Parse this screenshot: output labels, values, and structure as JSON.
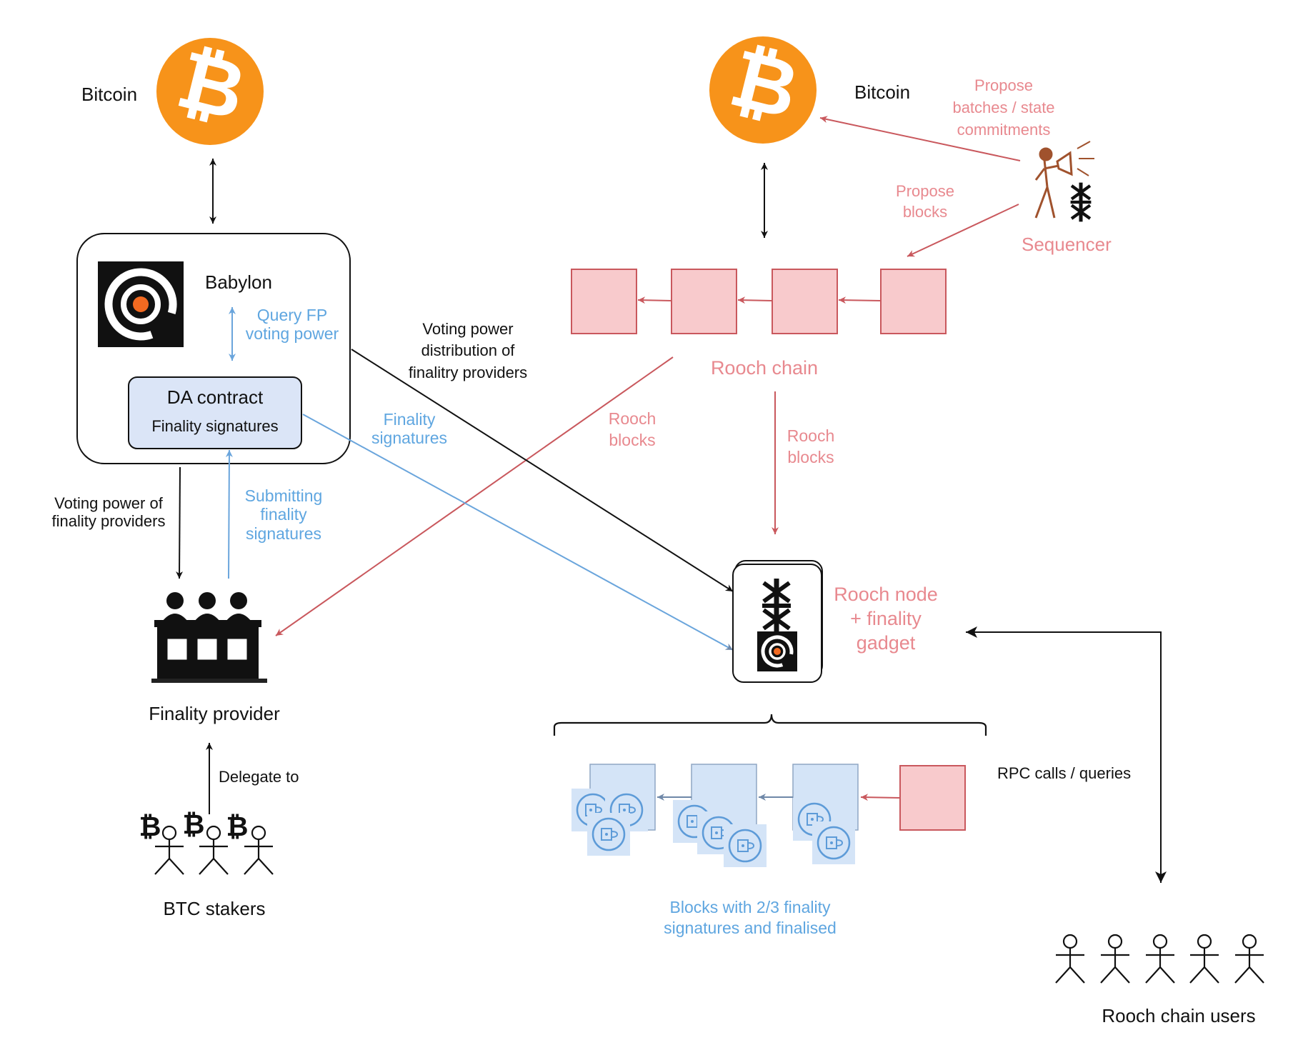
{
  "colors": {
    "bitcoin_orange": "#f7931a",
    "rooch_pink_fill": "#f8cacc",
    "rooch_pink_stroke": "#c9585d",
    "rooch_text": "#e8898f",
    "babylon_blue_text": "#5fa6e0",
    "da_contract_fill": "#dbe5f7",
    "final_block_fill": "#d4e4f7"
  },
  "icons": {
    "bitcoin": "bitcoin-icon",
    "babylon": "babylon-logo",
    "rooch": "rooch-logo",
    "sequencer": "megaphone-person-icon",
    "finality_provider": "judges-panel-icon",
    "staker": "stick-figure-icon",
    "signature": "padlock-seal-icon"
  },
  "left": {
    "bitcoin_label": "Bitcoin",
    "babylon_label": "Babylon",
    "query_fp": [
      "Query FP",
      "voting power"
    ],
    "da_contract_title": "DA contract",
    "da_contract_subtitle": "Finality signatures",
    "voting_power_of_fp": [
      "Voting power of",
      "finality providers"
    ],
    "submitting": [
      "Submitting",
      "finality",
      "signatures"
    ],
    "finality_provider_label": "Finality provider",
    "delegate_to": "Delegate to",
    "btc_stakers_label": "BTC stakers"
  },
  "middle": {
    "voting_power_distribution": [
      "Voting power",
      "distribution of",
      "finalitry providers"
    ],
    "finality_signatures": [
      "Finality",
      "signatures"
    ],
    "rooch_blocks_left": [
      "Rooch",
      "blocks"
    ],
    "rooch_blocks_right": [
      "Rooch",
      "blocks"
    ]
  },
  "right": {
    "bitcoin_label": "Bitcoin",
    "propose_batches": [
      "Propose",
      "batches / state",
      "commitments"
    ],
    "propose_blocks": [
      "Propose",
      "blocks"
    ],
    "sequencer_label": "Sequencer",
    "rooch_chain_label": "Rooch chain",
    "rooch_node_label": [
      "Rooch node",
      "+ finality",
      "gadget"
    ],
    "finalised_label": [
      "Blocks with 2/3 finality",
      "signatures and finalised"
    ],
    "rpc_label": "RPC calls / queries",
    "users_label": "Rooch chain users"
  }
}
